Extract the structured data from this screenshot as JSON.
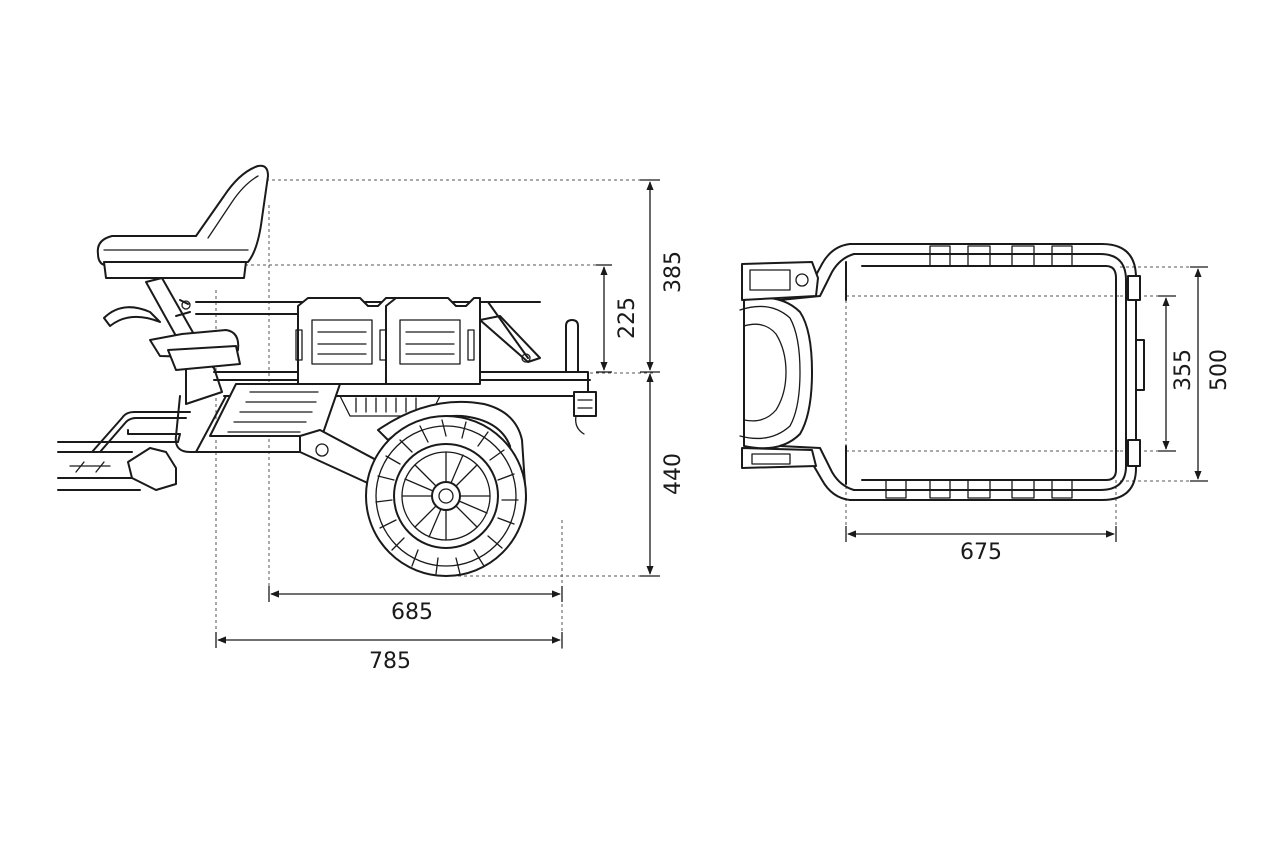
{
  "diagram": {
    "side_view": {
      "seat_top_height": "385",
      "frame_to_cargo_height": "225",
      "wheel_to_frame_height": "440",
      "wheel_to_rear_length": "685",
      "overall_length": "785"
    },
    "top_view": {
      "outer_width": "500",
      "inner_width": "355",
      "frame_length": "675"
    }
  }
}
